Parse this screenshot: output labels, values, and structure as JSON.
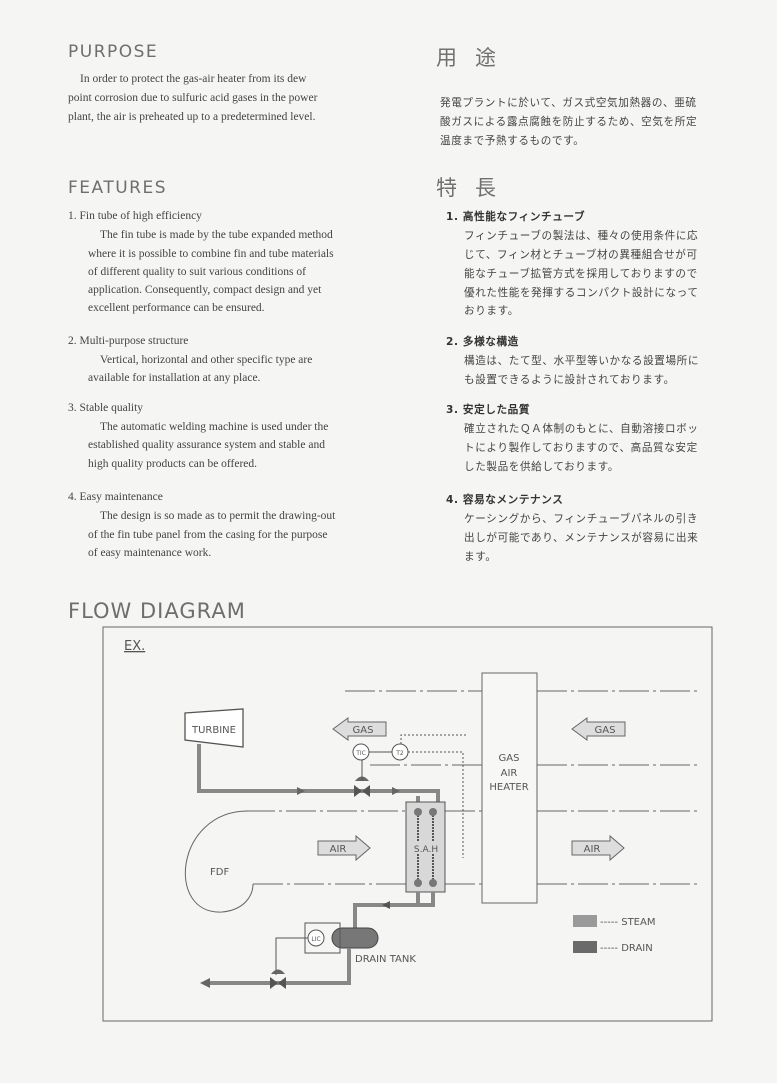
{
  "purpose": {
    "heading": "PURPOSE",
    "lines": [
      "In order to protect the gas-air heater from its dew",
      "point corrosion due to sulfuric acid gases in the power",
      "plant, the air is preheated up to a predetermined level."
    ],
    "jp_heading": "用途",
    "jp_lines": [
      "発電プラントに於いて、ガス式空気加熱器の、亜硫",
      "酸ガスによる露点腐蝕を防止するため、空気を所定",
      "温度まで予熱するものです。"
    ]
  },
  "features": {
    "heading": "FEATURES",
    "jp_heading": "特長",
    "items": [
      {
        "title": "1.  Fin tube of high efficiency",
        "lines": [
          "The fin tube is made by the tube expanded method",
          "where it is possible to combine fin and tube materials",
          "of different quality to suit various conditions of",
          "application. Consequently, compact design and yet",
          "excellent performance can be ensured."
        ]
      },
      {
        "title": "2.  Multi-purpose structure",
        "lines": [
          "Vertical, horizontal and other specific type are",
          "available for installation at any place."
        ]
      },
      {
        "title": "3.  Stable quality",
        "lines": [
          "The automatic welding machine is used under the",
          "established quality assurance system and stable and",
          "high quality products can be offered."
        ]
      },
      {
        "title": "4.  Easy maintenance",
        "lines": [
          "The design is so made as to permit the drawing-out",
          "of the fin tube panel from the casing for the purpose",
          "of easy maintenance work."
        ]
      }
    ],
    "jp_items": [
      {
        "title": "1. 高性能なフィンチューブ",
        "lines": [
          "フィンチューブの製法は、種々の使用条件に応",
          "じて、フィン材とチューブ材の異種組合せが可",
          "能なチューブ拡管方式を採用しておりますので",
          "優れた性能を発揮するコンパクト設計になって",
          "おります。"
        ]
      },
      {
        "title": "2. 多様な構造",
        "lines": [
          "構造は、たて型、水平型等いかなる設置場所に",
          "も設置できるように設計されております。"
        ]
      },
      {
        "title": "3. 安定した品質",
        "lines": [
          "確立されたＱＡ体制のもとに、自動溶接ロボッ",
          "トにより製作しておりますので、高品質な安定",
          "した製品を供給しております。"
        ]
      },
      {
        "title": "4. 容易なメンテナンス",
        "lines": [
          "ケーシングから、フィンチューブパネルの引き",
          "出しが可能であり、メンテナンスが容易に出来",
          "ます。"
        ]
      }
    ]
  },
  "flow": {
    "heading": "FLOW  DIAGRAM",
    "ex": "EX.",
    "turbine": "TURBINE",
    "gas": "GAS",
    "air": "AIR",
    "fdf": "FDF",
    "sah": "S.A.H",
    "heater": [
      "GAS",
      "AIR",
      "HEATER"
    ],
    "tic": "TIC",
    "t2": "T2",
    "lic": "LIC",
    "drain_tank": "DRAIN  TANK",
    "legend": [
      {
        "label": "----- STEAM",
        "color": "#9a9a9a"
      },
      {
        "label": "----- DRAIN",
        "color": "#6a6a6a"
      }
    ]
  }
}
